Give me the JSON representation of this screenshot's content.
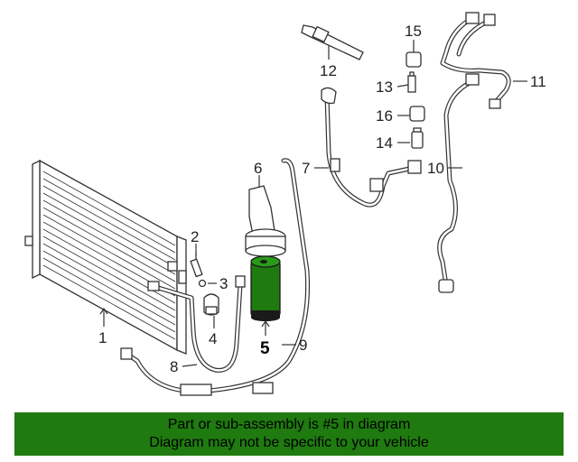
{
  "diagram": {
    "callouts": {
      "c1": "1",
      "c2": "2",
      "c3": "3",
      "c4": "4",
      "c5": "5",
      "c6": "6",
      "c7": "7",
      "c8": "8",
      "c9": "9",
      "c10": "10",
      "c11": "11",
      "c12": "12",
      "c13": "13",
      "c14": "14",
      "c15": "15",
      "c16": "16"
    },
    "highlight_color": "#1f7a10"
  },
  "banner": {
    "line1": "Part or sub-assembly is #5 in diagram",
    "line2": "Diagram may not be specific to your vehicle",
    "background": "#1f7a10"
  }
}
